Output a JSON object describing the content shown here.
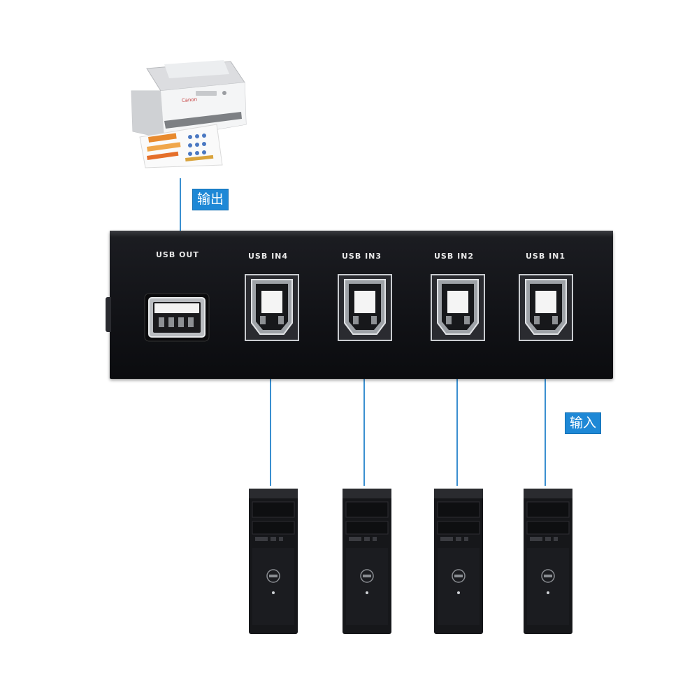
{
  "labels": {
    "output": "输出",
    "input": "输入"
  },
  "switch": {
    "ports": [
      {
        "id": "out",
        "label": "USB OUT",
        "type": "usb-a"
      },
      {
        "id": "in4",
        "label": "USB IN4",
        "type": "usb-b"
      },
      {
        "id": "in3",
        "label": "USB IN3",
        "type": "usb-b"
      },
      {
        "id": "in2",
        "label": "USB IN2",
        "type": "usb-b"
      },
      {
        "id": "in1",
        "label": "USB IN1",
        "type": "usb-b"
      }
    ]
  },
  "printer": {
    "brand": "Canon"
  },
  "computers": [
    {
      "id": "pc4",
      "port": "in4"
    },
    {
      "id": "pc3",
      "port": "in3"
    },
    {
      "id": "pc2",
      "port": "in2"
    },
    {
      "id": "pc1",
      "port": "in1"
    }
  ],
  "colors": {
    "cable": "#3a8fd0",
    "callout": "#1e88d6",
    "box": "#111216"
  },
  "icons": {
    "printer": "printer-icon",
    "computer": "desktop-tower-icon",
    "usb_a": "usb-a-port-icon",
    "usb_b": "usb-b-port-icon"
  }
}
